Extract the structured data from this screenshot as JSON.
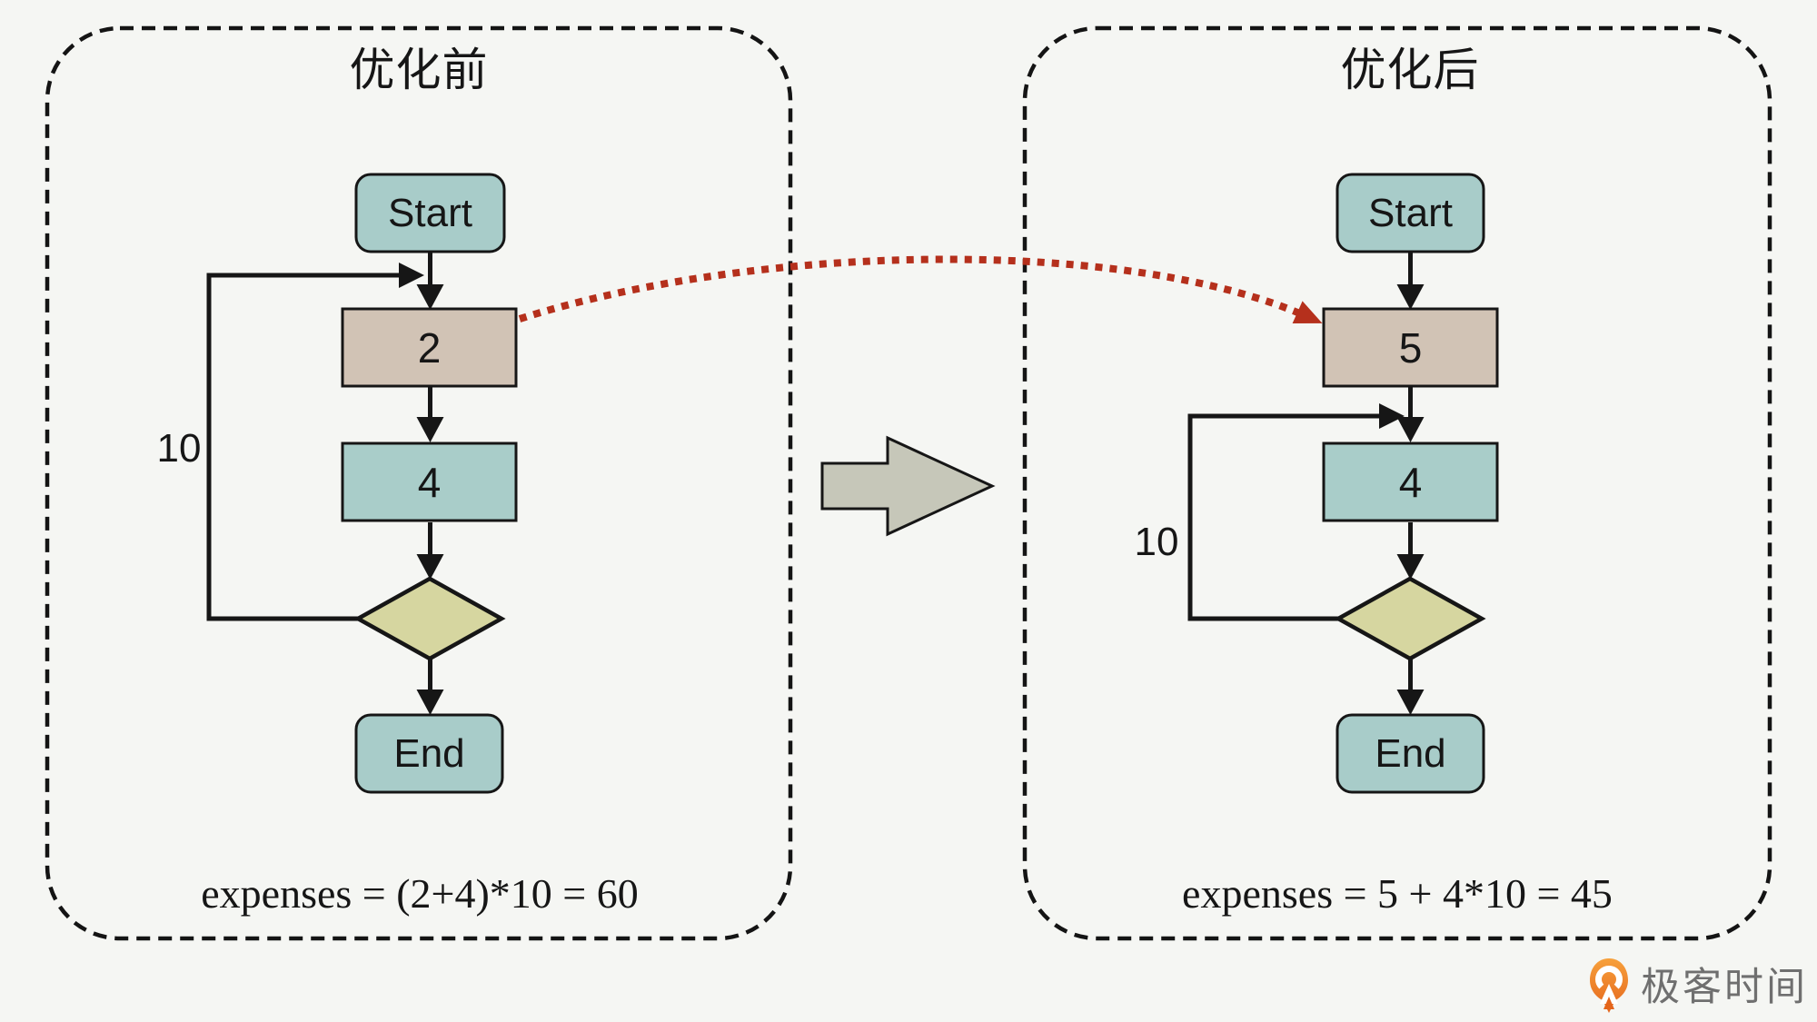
{
  "panels": {
    "before": {
      "title": "优化前",
      "start_label": "Start",
      "step1_value": "2",
      "step2_value": "4",
      "loop_count": "10",
      "end_label": "End",
      "formula": "expenses = (2+4)*10 = 60"
    },
    "after": {
      "title": "优化后",
      "start_label": "Start",
      "step1_value": "5",
      "step2_value": "4",
      "loop_count": "10",
      "end_label": "End",
      "formula": "expenses = 5 + 4*10 = 45"
    }
  },
  "branding": {
    "logo_text": "极客时间"
  },
  "colors": {
    "background": "#f5f6f3",
    "line": "#161616",
    "terminal_fill": "#a8ccc9",
    "highlight_fill": "#d1c3b5",
    "process_fill": "#a9cdc9",
    "decision_fill": "#d6d6a0",
    "transform_fill": "#c6c7b9",
    "annotation_red": "#b5301c",
    "logo_orange_top": "#f7a13c",
    "logo_orange_bottom": "#e4651b",
    "logo_text_color": "#6f6f6f"
  }
}
